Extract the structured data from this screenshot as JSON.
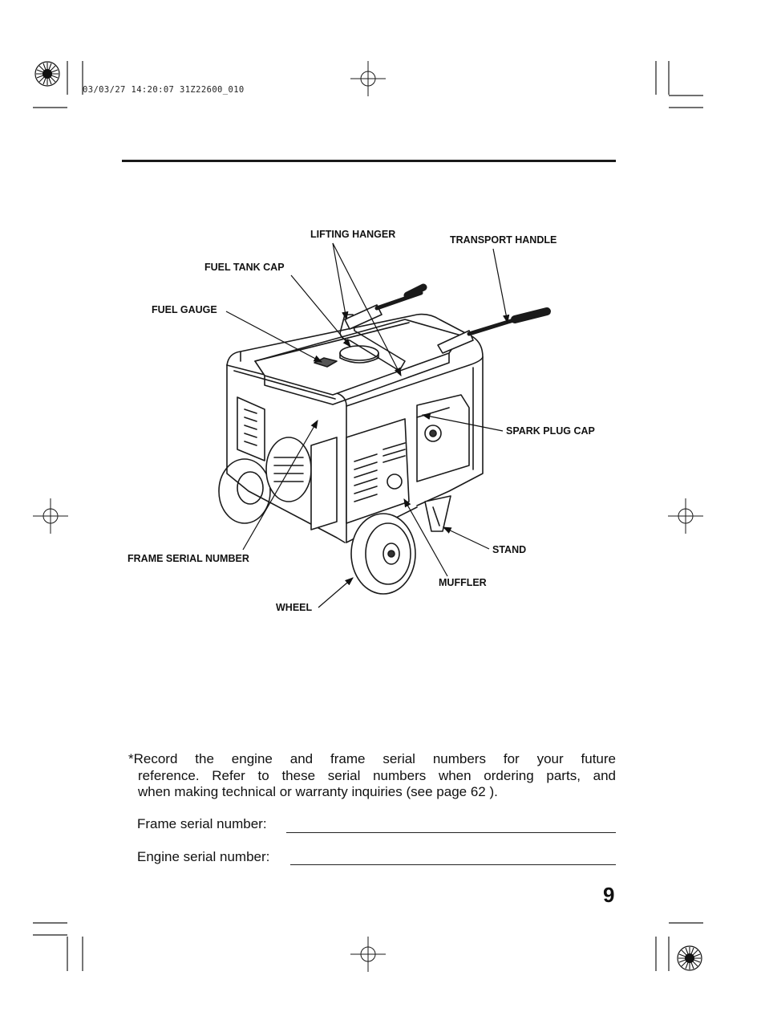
{
  "print_stamp": "03/03/27 14:20:07 31Z22600_010",
  "diagram": {
    "labels": {
      "lifting_hanger": "LIFTING HANGER",
      "transport_handle": "TRANSPORT HANDLE",
      "fuel_tank_cap": "FUEL TANK CAP",
      "fuel_gauge": "FUEL GAUGE",
      "spark_plug_cap": "SPARK PLUG CAP",
      "stand": "STAND",
      "frame_serial_number": "FRAME SERIAL NUMBER",
      "muffler": "MUFFLER",
      "wheel": "WHEEL"
    }
  },
  "note": {
    "line1": "*Record the engine and frame serial numbers for your future",
    "line2": "reference. Refer to these serial numbers when ordering parts, and",
    "line3": "when making technical or warranty inquiries (see page 62 )."
  },
  "fields": {
    "frame_label": "Frame serial number:",
    "engine_label": "Engine serial number:"
  },
  "page_number": "9"
}
